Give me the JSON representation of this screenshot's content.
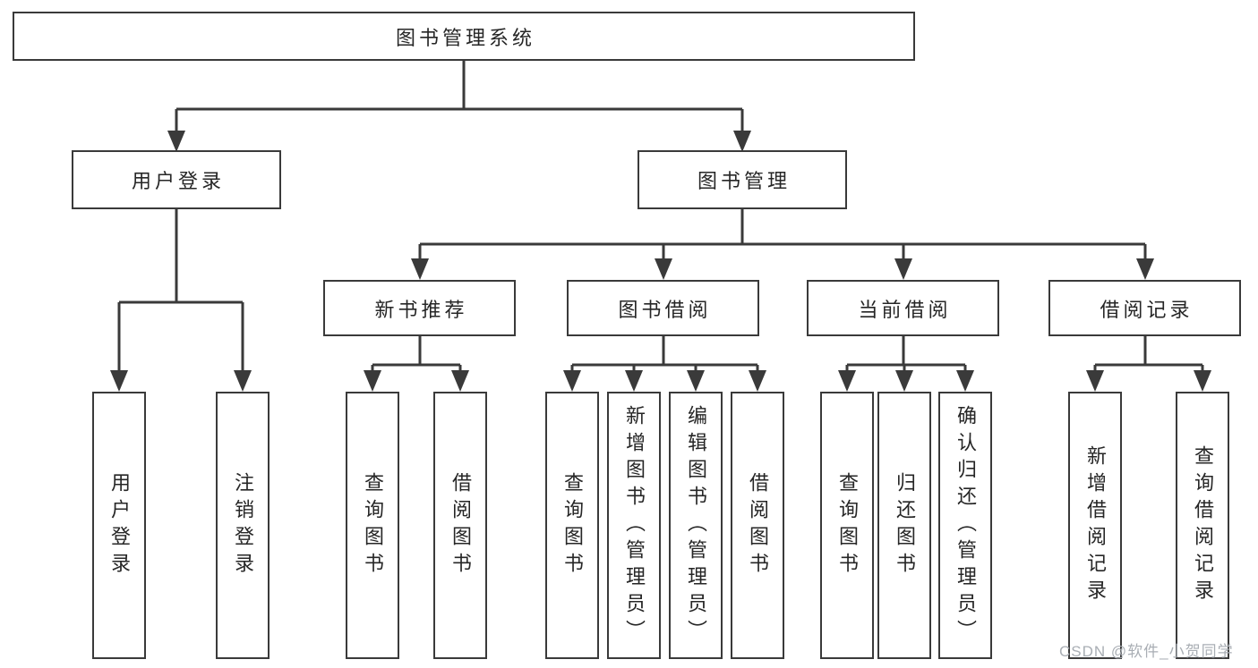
{
  "diagram": {
    "root": {
      "label": "图书管理系统"
    },
    "level2": {
      "user_login": {
        "label": "用户登录"
      },
      "book_mgmt": {
        "label": "图书管理"
      }
    },
    "level3": {
      "new_books": {
        "label": "新书推荐"
      },
      "book_borrow": {
        "label": "图书借阅"
      },
      "current_borrow": {
        "label": "当前借阅"
      },
      "borrow_records": {
        "label": "借阅记录"
      }
    },
    "leaves": {
      "user_login": [
        "用户登录",
        "注销登录"
      ],
      "new_books": [
        "查询图书",
        "借阅图书"
      ],
      "book_borrow": [
        "查询图书",
        "新增图书（管理员）",
        "编辑图书（管理员）",
        "借阅图书"
      ],
      "current_borrow": [
        "查询图书",
        "归还图书",
        "确认归还（管理员）"
      ],
      "borrow_records": [
        "新增借阅记录",
        "查询借阅记录"
      ]
    },
    "watermark": "CSDN @软件_小贺同学",
    "colors": {
      "line": "#3a3a3a",
      "border": "#3a3a3a",
      "text": "#262626",
      "watermark": "#a9aeb4",
      "background": "#ffffff"
    }
  }
}
